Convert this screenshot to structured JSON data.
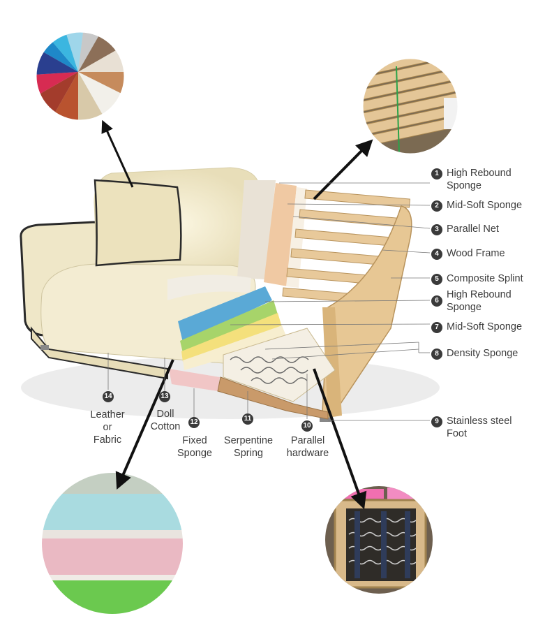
{
  "labels": {
    "l1": {
      "num": "1",
      "text": "High Rebound\nSponge"
    },
    "l2": {
      "num": "2",
      "text": "Mid-Soft Sponge"
    },
    "l3": {
      "num": "3",
      "text": "Parallel Net"
    },
    "l4": {
      "num": "4",
      "text": "Wood Frame"
    },
    "l5": {
      "num": "5",
      "text": "Composite Splint"
    },
    "l6": {
      "num": "6",
      "text": "High Rebound\nSponge"
    },
    "l7": {
      "num": "7",
      "text": "Mid-Soft Sponge"
    },
    "l8": {
      "num": "8",
      "text": "Density Sponge"
    },
    "l9": {
      "num": "9",
      "text": "Stainless steel\nFoot"
    },
    "l10": {
      "num": "10",
      "text": "Parallel\nhardware"
    },
    "l11": {
      "num": "11",
      "text": "Serpentine\nSpring"
    },
    "l12": {
      "num": "12",
      "text": "Fixed\nSponge"
    },
    "l13": {
      "num": "13",
      "text": "Doll\nCotton"
    },
    "l14": {
      "num": "14",
      "text": "Leather\nor\nFabric"
    }
  },
  "insets": {
    "top_left": "leather-swatch-fan-icon",
    "top_right": "lumber-stack-icon",
    "bottom_left": "foam-layers-icon",
    "bottom_right": "spring-frame-icon"
  }
}
